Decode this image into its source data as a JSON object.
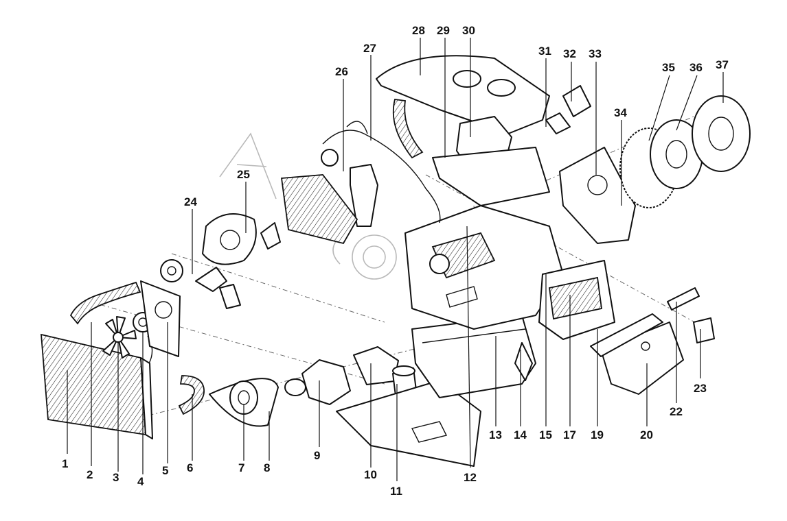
{
  "diagram": {
    "type": "exploded-parts-view",
    "callouts": [
      "1",
      "2",
      "3",
      "4",
      "5",
      "6",
      "7",
      "8",
      "9",
      "10",
      "11",
      "12",
      "13",
      "14",
      "15",
      "17",
      "19",
      "20",
      "22",
      "23",
      "24",
      "25",
      "26",
      "27",
      "28",
      "29",
      "30",
      "31",
      "32",
      "33",
      "34",
      "35",
      "36",
      "37"
    ]
  }
}
